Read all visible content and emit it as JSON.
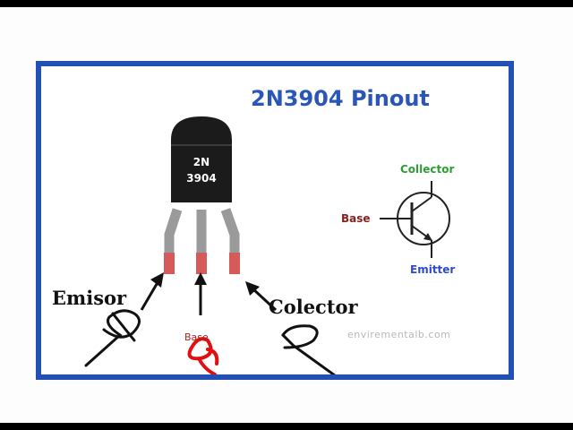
{
  "title": "2N3904 Pinout",
  "chip": {
    "line1": "2N",
    "line2": "3904"
  },
  "symbol": {
    "collector": "Collector",
    "base": "Base",
    "emitter": "Emitter",
    "collector_color": "#2e9e35",
    "base_color": "#8b1d1d",
    "emitter_color": "#2f4bd3"
  },
  "handwriting": {
    "emisor": "Emisor",
    "colector": "Colector"
  },
  "base_pin_label": "Base",
  "watermark": "envirementalb.com",
  "colors": {
    "frame_border": "#2350b5",
    "title": "#2a56b8",
    "chip_body": "#1b1b1b",
    "leg": "#9a9a9a",
    "leg_tip": "#d65a5a",
    "ink": "#111111",
    "red_ink": "#e01010"
  }
}
